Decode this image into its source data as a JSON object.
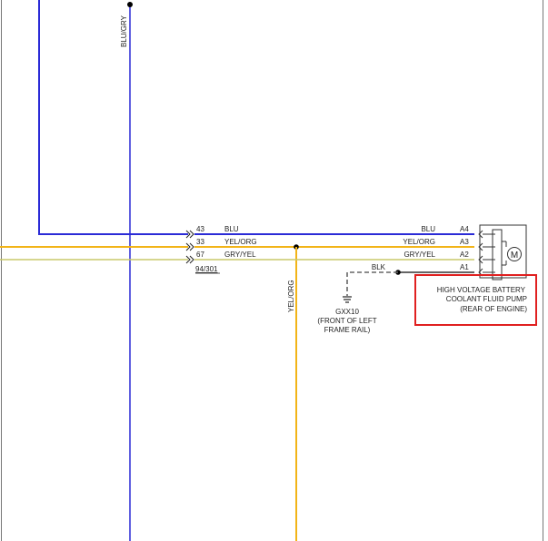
{
  "wires": {
    "blu_gry_label": "BLU/GRY",
    "yel_org_vertical_label": "YEL/ORG",
    "blk_label": "BLK"
  },
  "connector": {
    "ref": "94/301",
    "pins": [
      {
        "pin": "43",
        "color_name": "BLU"
      },
      {
        "pin": "33",
        "color_name": "YEL/ORG"
      },
      {
        "pin": "67",
        "color_name": "GRY/YEL"
      }
    ]
  },
  "pump": {
    "pins": [
      {
        "pin": "A4",
        "color_name": "BLU"
      },
      {
        "pin": "A3",
        "color_name": "YEL/ORG"
      },
      {
        "pin": "A2",
        "color_name": "GRY/YEL"
      },
      {
        "pin": "A1",
        "color_name": "BLK"
      }
    ],
    "motor_symbol": "M",
    "label_lines": [
      "HIGH VOLTAGE BATTERY",
      "COOLANT FLUID PUMP",
      "(REAR OF ENGINE)"
    ]
  },
  "ground": {
    "id": "GXX10",
    "location_lines": [
      "(FRONT OF LEFT",
      "FRAME RAIL)"
    ]
  },
  "colors": {
    "blue": "#2b2bd6",
    "yellow": "#f2b418",
    "gray_yellow": "#c9c86a",
    "ground_dash": "#666666",
    "highlight": "#e02020"
  }
}
